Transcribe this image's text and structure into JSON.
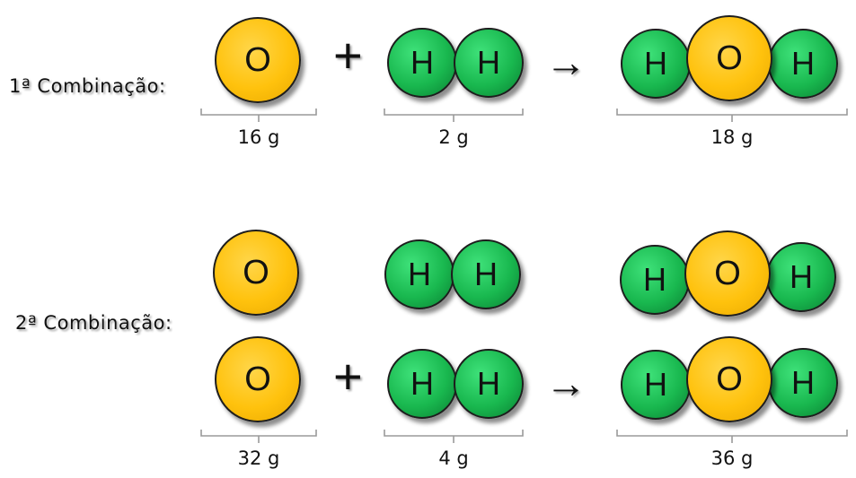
{
  "rows": [
    {
      "label": "1ª Combinação:",
      "reactant_o_mass": "16 g",
      "reactant_h_mass": "2 g",
      "product_mass": "18 g"
    },
    {
      "label": "2ª Combinação:",
      "reactant_o_mass": "32 g",
      "reactant_h_mass": "4 g",
      "product_mass": "36 g"
    }
  ],
  "symbols": {
    "oxygen": "O",
    "hydrogen": "H",
    "plus": "+",
    "arrow": "→"
  },
  "colors": {
    "oxygen": "#ffc20d",
    "hydrogen": "#19b84f"
  }
}
